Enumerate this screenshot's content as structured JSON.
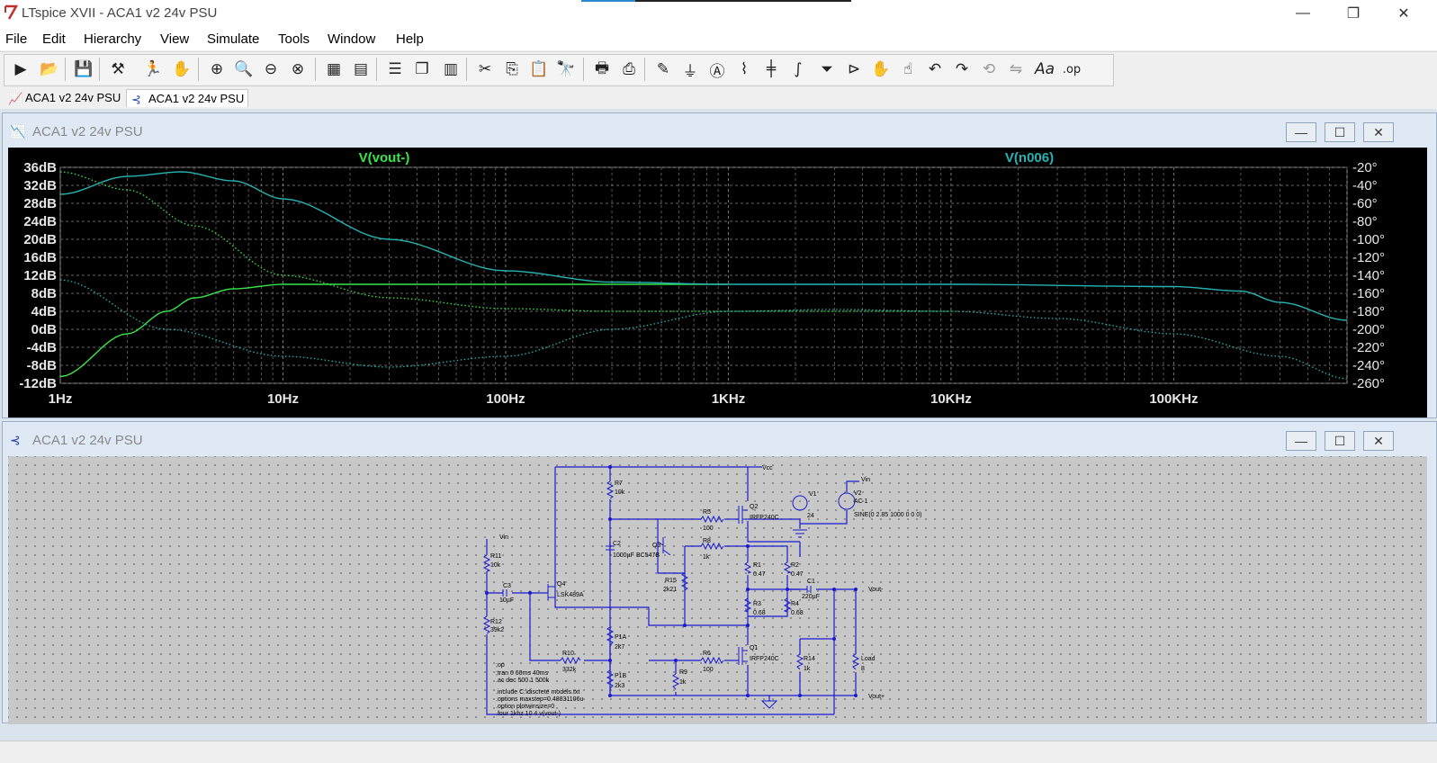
{
  "window": {
    "title": "LTspice XVII - ACA1 v2 24v PSU",
    "controls": [
      "—",
      "❐",
      "✕"
    ]
  },
  "menu": [
    "File",
    "Edit",
    "Hierarchy",
    "View",
    "Simulate",
    "Tools",
    "Window",
    "Help"
  ],
  "tabs": [
    {
      "label": "ACA1 v2 24v PSU",
      "icon": "waveform-icon"
    },
    {
      "label": "ACA1 v2 24v PSU",
      "icon": "schematic-icon",
      "active": true
    }
  ],
  "plot_window": {
    "title": "ACA1 v2 24v PSU",
    "trace_labels": [
      {
        "text": "V(vout-)",
        "color": "#39e64a"
      },
      {
        "text": "V(n006)",
        "color": "#27b3b3"
      }
    ]
  },
  "chart_data": {
    "type": "line",
    "x_scale": "log",
    "x_ticks": [
      "1Hz",
      "10Hz",
      "100Hz",
      "1KHz",
      "10KHz",
      "100KHz"
    ],
    "x_tick_values": [
      1,
      10,
      100,
      1000,
      10000,
      100000
    ],
    "xlim": [
      1,
      600000
    ],
    "y_ticks_left": [
      "36dB",
      "32dB",
      "28dB",
      "24dB",
      "20dB",
      "16dB",
      "12dB",
      "8dB",
      "4dB",
      "0dB",
      "-4dB",
      "-8dB",
      "-12dB"
    ],
    "ylim_left": [
      -12,
      36
    ],
    "y_ticks_right": [
      "-20°",
      "-40°",
      "-60°",
      "-80°",
      "-100°",
      "-120°",
      "-140°",
      "-160°",
      "-180°",
      "-200°",
      "-220°",
      "-240°",
      "-260°"
    ],
    "ylim_right": [
      -260,
      -20
    ],
    "grid": true,
    "series": [
      {
        "name": "V(vout-)",
        "axis": "left",
        "style": "solid",
        "color": "#39e64a",
        "x": [
          1,
          2,
          3,
          4,
          6,
          10,
          30,
          100,
          1000
        ],
        "y": [
          -10.5,
          -1,
          4,
          7,
          9,
          10,
          10,
          10,
          10
        ]
      },
      {
        "axis": "right",
        "style": "dotted",
        "color": "#39e64a",
        "x": [
          1,
          2,
          4,
          10,
          30,
          100,
          300,
          1000,
          3000,
          10000
        ],
        "y": [
          -25,
          -45,
          -85,
          -140,
          -165,
          -177,
          -180,
          -180,
          -180,
          -180
        ]
      },
      {
        "name": "V(n006)",
        "axis": "left",
        "style": "solid",
        "color": "#27b3b3",
        "x": [
          1,
          2,
          3.5,
          6,
          10,
          30,
          100,
          300,
          1000,
          10000,
          100000,
          200000,
          300000,
          600000
        ],
        "y": [
          30,
          34,
          35,
          33,
          29,
          20,
          13,
          10.5,
          10,
          10,
          9.5,
          8.5,
          6,
          2
        ]
      },
      {
        "axis": "right",
        "style": "dotted",
        "color": "#27b3b3",
        "x": [
          1,
          3,
          10,
          30,
          100,
          300,
          1000,
          3000,
          10000,
          30000,
          100000,
          300000,
          600000
        ],
        "y": [
          -145,
          -200,
          -230,
          -242,
          -230,
          -200,
          -180,
          -178,
          -180,
          -188,
          -205,
          -230,
          -255
        ]
      }
    ]
  },
  "schematic_window": {
    "title": "ACA1 v2 24v PSU",
    "components": [
      {
        "ref": "R7",
        "value": "10k"
      },
      {
        "ref": "Q2",
        "value": "IRFP240C"
      },
      {
        "ref": "R5",
        "value": "100"
      },
      {
        "ref": "V1",
        "value": "24"
      },
      {
        "ref": "V2",
        "value": "AC 1"
      },
      {
        "ref": "Q3",
        "value": "BC547B"
      },
      {
        "ref": "C2",
        "value": "1000µF"
      },
      {
        "ref": "R8",
        "value": "1k"
      },
      {
        "ref": "R11",
        "value": "10k"
      },
      {
        "ref": "C3",
        "value": "10µF"
      },
      {
        "ref": "Q4",
        "value": "LSK489A"
      },
      {
        "ref": "R15",
        "value": "2k21"
      },
      {
        "ref": "R1",
        "value": "0.47"
      },
      {
        "ref": "R2",
        "value": "0.47"
      },
      {
        "ref": "C1",
        "value": "220µF"
      },
      {
        "ref": "R3",
        "value": "0.68"
      },
      {
        "ref": "R4",
        "value": "0.68"
      },
      {
        "ref": "R12",
        "value": "39k2"
      },
      {
        "ref": "P1A",
        "value": "2k7"
      },
      {
        "ref": "R10",
        "value": "332k"
      },
      {
        "ref": "R6",
        "value": "100"
      },
      {
        "ref": "Q1",
        "value": "IRFP240C"
      },
      {
        "ref": "R14",
        "value": "1k"
      },
      {
        "ref": "Load",
        "value": "8"
      },
      {
        "ref": "R9",
        "value": "1k"
      },
      {
        "ref": "P1B",
        "value": "2k3"
      }
    ],
    "nets": {
      "vcc": "Vcc",
      "vin1": "Vin",
      "vin2": "Vin",
      "vout_minus": "Vout-",
      "vout_plus": "Vout+"
    },
    "v2_sine": "SINE(0 2.85 1000 0 0 0)",
    "directives": [
      ";op",
      ";tran 0 60ms 40ms",
      ".ac dec 500 1 500k",
      ".include C:\\discrete models.txt",
      ".options maxstep=0.48831106u",
      ".option plotwinsize=0",
      ".four 1khz 10 4 v(vout-)"
    ]
  }
}
